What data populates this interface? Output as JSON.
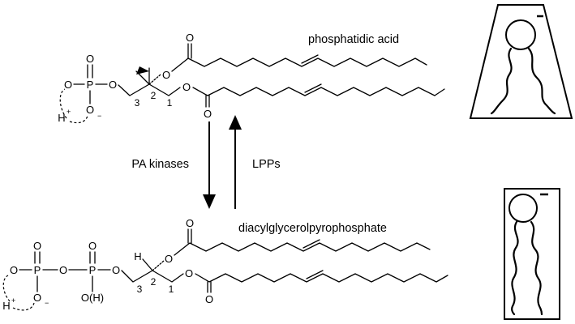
{
  "labels": {
    "phosphatidic_acid": "phosphatidic acid",
    "diacylglycerolpyrophosphate": "diacylglycerolpyrophosphate",
    "pa_kinases": "PA kinases",
    "lpps": "LPPs"
  },
  "atoms": {
    "O": "O",
    "P": "P",
    "H": "H",
    "OH": "O(H)",
    "plus": "+",
    "minus": "−"
  },
  "carbon_numbers": {
    "c1": "1",
    "c2": "2",
    "c3": "3"
  },
  "headgroup_charge": "−"
}
